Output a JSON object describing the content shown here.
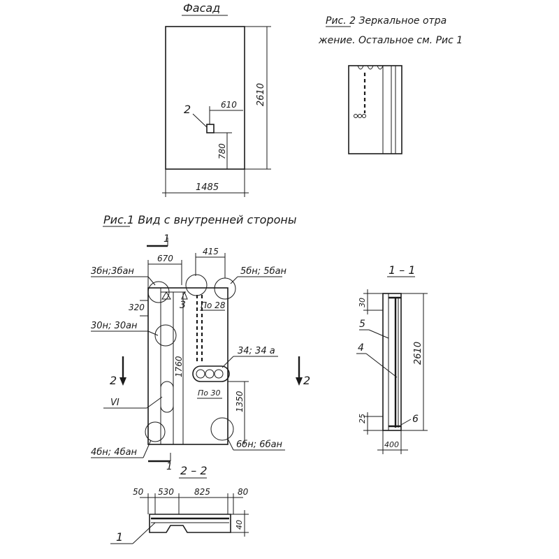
{
  "facade": {
    "title": "Фасад",
    "dim_height": "2610",
    "dim_width": "1485",
    "dim_610": "610",
    "dim_780": "780",
    "callout_2": "2"
  },
  "fig2": {
    "caption_line1": "Рис. 2   Зеркальное отра",
    "caption_line2": "жение. Остальное см. Рис 1"
  },
  "fig1": {
    "caption": "Рис.1   Вид с внутренней стороны",
    "section_mark": "1",
    "section_mark_2": "2",
    "label_3bn": "3бн;3бан",
    "label_5bn": "5бн; 5бан",
    "label_30n": "30н; 30ан",
    "label_34": "34; 34 а",
    "label_vi": "VI",
    "label_4bn": "4бн; 4бан",
    "label_6bn": "6бн; 6бан",
    "label_3": "3",
    "label_po28": "По 28",
    "label_po30": "По 30",
    "dim_670": "670",
    "dim_415": "415",
    "dim_320": "320",
    "dim_1760": "1760",
    "dim_1350": "1350"
  },
  "section_1_1": {
    "title": "1 – 1",
    "dim_30": "30",
    "dim_2610": "2610",
    "dim_25": "25",
    "dim_400": "400",
    "label_5": "5",
    "label_4": "4",
    "label_6": "6"
  },
  "section_2_2": {
    "title": "2 – 2",
    "dim_50": "50",
    "dim_530": "530",
    "dim_825": "825",
    "dim_80": "80",
    "dim_40": "40",
    "label_1": "1"
  }
}
